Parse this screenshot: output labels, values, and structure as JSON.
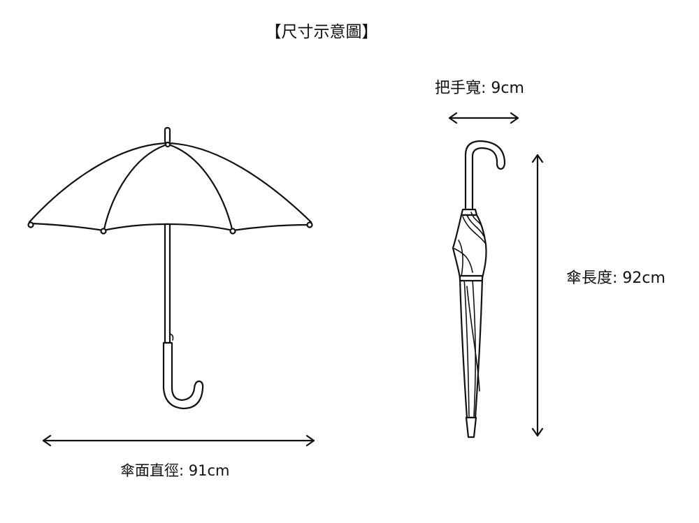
{
  "title": "【尺寸示意圖】",
  "handle_width": {
    "label": "把手寬: 9cm",
    "value": 9,
    "unit": "cm"
  },
  "umbrella_length": {
    "label": "傘長度: 92cm",
    "value": 92,
    "unit": "cm"
  },
  "canopy_diameter": {
    "label": "傘面直徑: 91cm",
    "value": 91,
    "unit": "cm"
  },
  "colors": {
    "line": "#111111",
    "background": "#ffffff"
  }
}
